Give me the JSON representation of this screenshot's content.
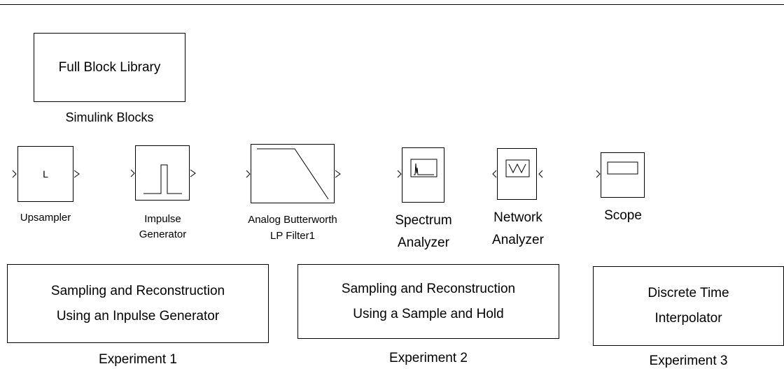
{
  "library_block": {
    "label": "Full Block Library",
    "caption": "Simulink Blocks"
  },
  "blocks": {
    "upsampler": {
      "symbol": "L",
      "name": "Upsampler"
    },
    "impulse": {
      "name_line1": "Impulse",
      "name_line2": "Generator"
    },
    "butterworth": {
      "name_line1": "Analog Butterworth",
      "name_line2": "LP Filter1"
    },
    "spectrum": {
      "name_line1": "Spectrum",
      "name_line2": "Analyzer"
    },
    "network": {
      "name_line1": "Network",
      "name_line2": "Analyzer"
    },
    "scope": {
      "name": "Scope"
    }
  },
  "experiments": [
    {
      "line1": "Sampling and Reconstruction",
      "line2": "Using an Inpulse Generator",
      "caption": "Experiment 1"
    },
    {
      "line1": "Sampling and Reconstruction",
      "line2": "Using a Sample and Hold",
      "caption": "Experiment 2"
    },
    {
      "line1": "Discrete Time",
      "line2": "Interpolator",
      "caption": "Experiment 3"
    }
  ]
}
